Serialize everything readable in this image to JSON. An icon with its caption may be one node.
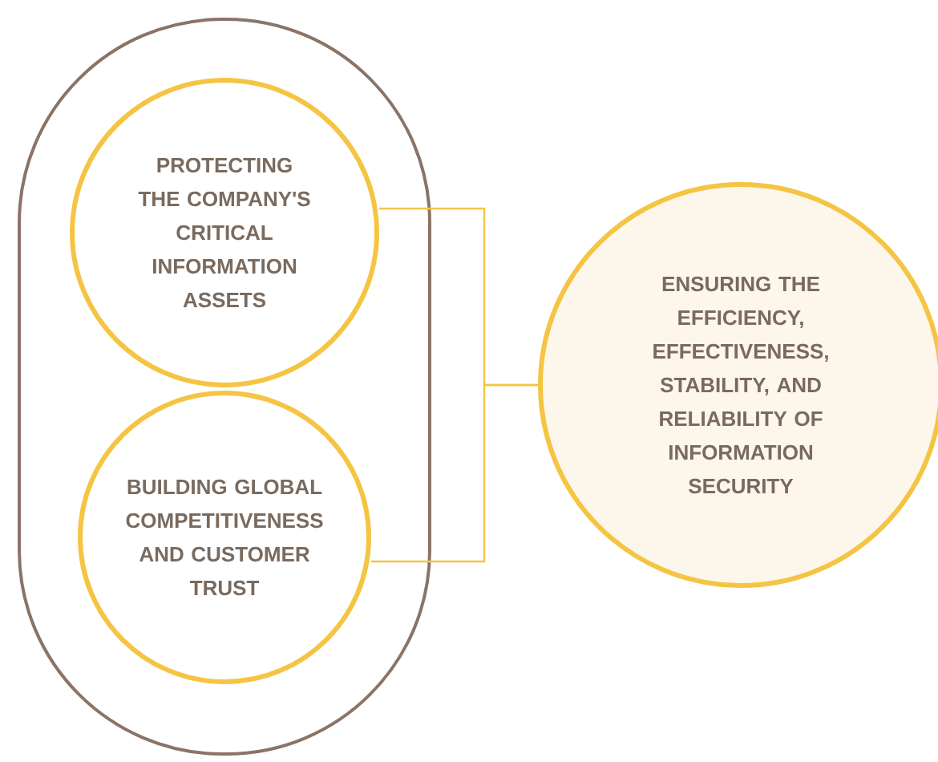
{
  "diagram": {
    "nodes": [
      {
        "text": [],
        "shape": "box"
      },
      {
        "text": [
          "PROTECTING THE COMPANY'S CRITICAL INFORMATION ASSETS"
        ],
        "in": 0
      },
      {
        "text": [
          "BUILDING GLOBAL COMPETITIVENESS AND CUSTOMER TRUST"
        ],
        "in": 0
      },
      {
        "text": [
          "ENSURING THE EFFICIENCY, EFFECTIVENESS, STABILITY, AND RELIABILITY OF INFORMATION SECURITY"
        ]
      }
    ],
    "edges": [
      {
        "from": 1,
        "to": 3,
        "arrow": "none"
      },
      {
        "from": 2,
        "to": 3,
        "arrow": "none"
      }
    ]
  }
}
